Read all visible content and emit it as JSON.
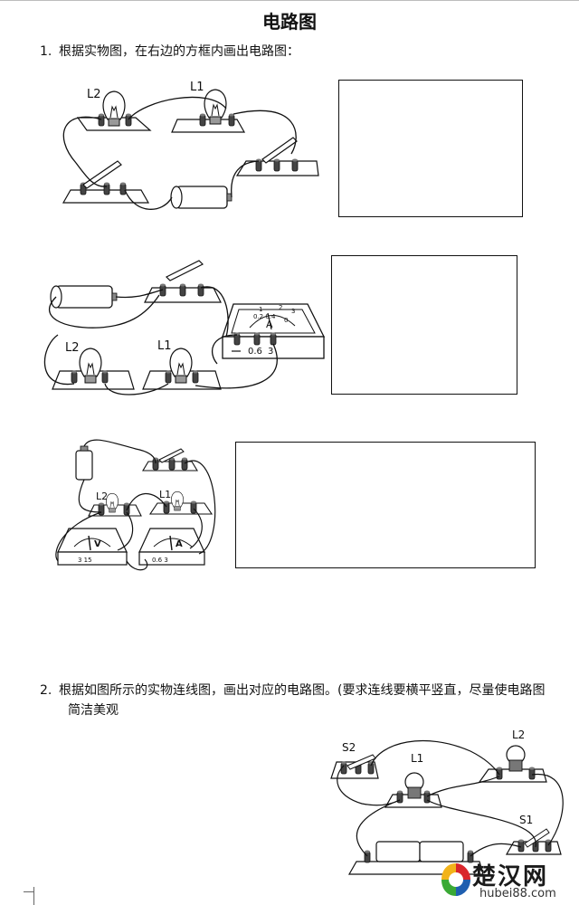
{
  "title": "电路图",
  "q1": {
    "num": "1.",
    "text": "根据实物图，在右边的方框内画出电路图："
  },
  "q2": {
    "num": "2.",
    "text": "根据如图所示的实物连线图，画出对应的电路图。(要求连线要横平竖直，尽量使电路图",
    "cont": "简洁美观"
  },
  "fig1": {
    "l2": "L2",
    "l1": "L1"
  },
  "fig2": {
    "l2": "L2",
    "l1": "L1",
    "ammeter": "A",
    "scale": "0.2 0.4",
    "t1": "0.6",
    "t2": "3",
    "s1": "1",
    "s2": "2",
    "s3": "3",
    "s0": "0"
  },
  "fig3": {
    "l2": "L2",
    "l1": "L1",
    "voltmeter": "V",
    "ammeter": "A",
    "vt": "3  15",
    "at": "0.6  3"
  },
  "fig4": {
    "s2": "S2",
    "l1": "L1",
    "l2": "L2",
    "s1": "S1"
  },
  "watermark": {
    "title": "楚汉网",
    "url": "hubei88.com"
  },
  "colors": {
    "ink": "#111111",
    "logo_red": "#d9262c",
    "logo_blue": "#1f5fb0",
    "logo_green": "#3aa935"
  }
}
